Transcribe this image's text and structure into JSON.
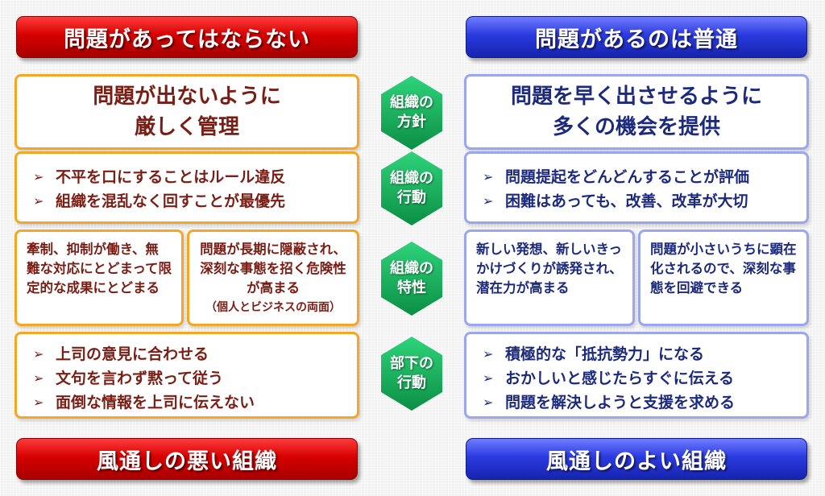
{
  "left": {
    "header": "問題があってはならない",
    "policy": [
      "問題が出ないように",
      "厳しく管理"
    ],
    "actions": [
      "不平を口にすることはルール違反",
      "組織を混乱なく回すことが最優先"
    ],
    "trait1": "牽制、抑制が働き、無難な対応にとどまって限定的な成果にとどまる",
    "trait2": "問題が長期に隠蔽され、深刻な事態を招く危険性が高まる",
    "trait2_note": "（個人とビジネスの両面）",
    "subordinate": [
      "上司の意見に合わせる",
      "文句を言わず黙って従う",
      "面倒な情報を上司に伝えない"
    ],
    "footer": "風通しの悪い組織"
  },
  "right": {
    "header": "問題があるのは普通",
    "policy": [
      "問題を早く出させるように",
      "多くの機会を提供"
    ],
    "actions": [
      "問題提起をどんどんすることが評価",
      "困難はあっても、改善、改革が大切"
    ],
    "trait1": "新しい発想、新しいきっかけづくりが誘発され、潜在力が高まる",
    "trait2": "問題が小さいうちに顕在化されるので、深刻な事態を回避できる",
    "subordinate": [
      "積極的な「抵抗勢力」になる",
      "おかしいと感じたらすぐに伝える",
      "問題を解決しようと支援を求める"
    ],
    "footer": "風通しのよい組織"
  },
  "labels": [
    [
      "組織の",
      "方針"
    ],
    [
      "組織の",
      "行動"
    ],
    [
      "組織の",
      "特性"
    ],
    [
      "部下の",
      "行動"
    ]
  ],
  "bullet_glyph": "➢",
  "colors": {
    "left_accent": "#d60000",
    "right_accent": "#2b3adf",
    "left_border": "#f5a623",
    "right_border": "#9aa6ee",
    "label_green": "#11a552"
  }
}
